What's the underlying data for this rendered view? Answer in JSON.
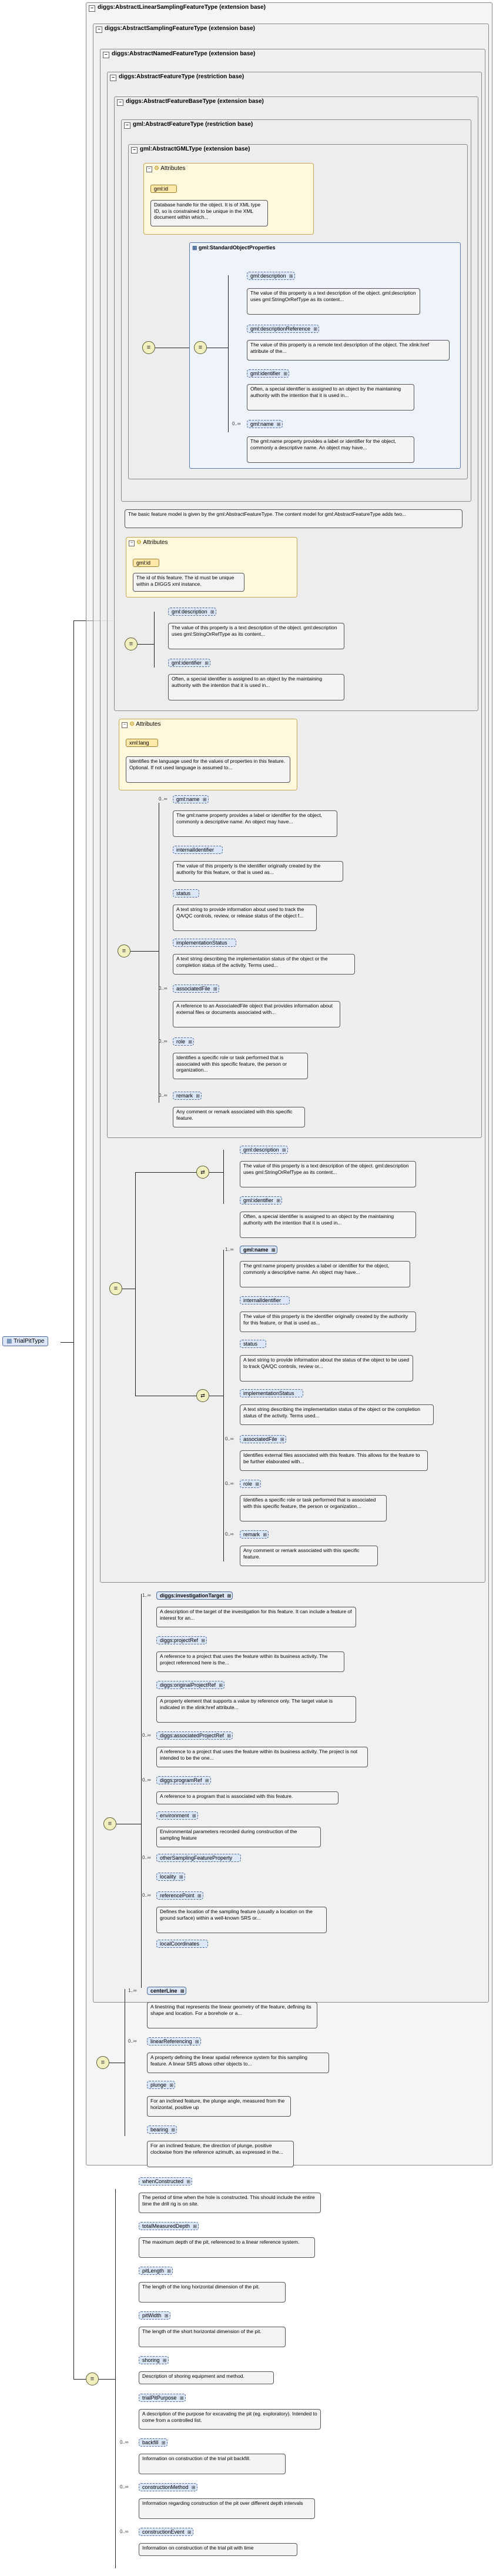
{
  "root": {
    "label": "TrialPitType"
  },
  "ext_boxes": [
    "diggs:AbstractLinearSamplingFeatureType (extension base)",
    "diggs:AbstractSamplingFeatureType (extension base)",
    "diggs:AbstractNamedFeatureType (extension base)",
    "diggs:AbstractFeatureType (restriction base)",
    "diggs:AbstractFeatureBaseType (extension base)",
    "gml:AbstractFeatureType (restriction base)",
    "gml:AbstractGMLType (extension base)"
  ],
  "attributes": {
    "title": "Attributes",
    "gml_id": "gml:id",
    "gml_id_doc": "Database handle for the object. It is of XML type ID, so is constrained to be unique in the XML document within which...",
    "gml_id2": "gml:id",
    "gml_id2_doc": "The id of this feature. The id must be unique within a DIGGS xml instance.",
    "xml_lang": "xml:lang",
    "xml_lang_doc": "Identifies the language used for the values of properties in this feature. Optional. If not used language is assumed to..."
  },
  "gml_standard": {
    "title": "gml:StandardObjectProperties",
    "items": [
      {
        "name": "gml:description",
        "doc": "The value of this property is a text description of the object. gml:description uses gml:StringOrRefType as its content..."
      },
      {
        "name": "gml:descriptionReference",
        "doc": "The value of this property is a remote text description of the object. The xlink:href attribute of the..."
      },
      {
        "name": "gml:identifier",
        "doc": "Often, a special identifier is assigned to an object by the maintaining authority with the intention that it is used in..."
      },
      {
        "name": "gml:name",
        "card": "0..∞",
        "doc": "The gml:name property provides a label or identifier for the object, commonly a descriptive name. An object may have..."
      }
    ]
  },
  "base_doc": "The basic feature model is given by the gml:AbstractFeatureType. The content model for gml:AbstractFeatureType adds two...",
  "feature_base": [
    {
      "name": "gml:description",
      "doc": "The value of this property is a text description of the object. gml:description uses gml:StringOrRefType as its content..."
    },
    {
      "name": "gml:identifier",
      "doc": "Often, a special identifier is assigned to an object by the maintaining authority with the intention that it is used in..."
    }
  ],
  "abstract_feature": [
    {
      "name": "gml:name",
      "card": "0..∞",
      "doc": "The gml:name property provides a label or identifier for the object, commonly a descriptive name. An object may have..."
    },
    {
      "name": "internalIdentifier",
      "doc": "The value of this property is the identifier originally created by the authority for this feature, or that is used as..."
    },
    {
      "name": "status",
      "doc": "A text string to provide information about used to track the QA/QC controls, review, or release status of the object f..."
    },
    {
      "name": "implementationStatus",
      "doc": "A text string describing the implementation status of the object or the completion status of the activity. Terms used..."
    },
    {
      "name": "associatedFile",
      "card": "0..∞",
      "doc": "A reference to an AssociatedFile object that provides information about external files or documents associated with..."
    },
    {
      "name": "role",
      "card": "0..∞",
      "doc": "Identifies a specific role or task performed that is associated with this specific feature, the person or organization..."
    },
    {
      "name": "remark",
      "card": "0..∞",
      "doc": "Any comment or remark associated with this specific feature."
    }
  ],
  "named_choice_a": [
    {
      "name": "gml:description",
      "doc": "The value of this property is a text description of the object. gml:description uses gml:StringOrRefType as its content..."
    },
    {
      "name": "gml:identifier",
      "doc": "Often, a special identifier is assigned to an object by the maintaining authority with the intention that it is used in..."
    }
  ],
  "named_choice_b": [
    {
      "name": "gml:name",
      "card": "1..∞",
      "doc": "The gml:name property provides a label or identifier for the object, commonly a descriptive name. An object may have..."
    },
    {
      "name": "internalIdentifier",
      "doc": "The value of this property is the identifier originally created by the authority for this feature, or that is used as..."
    },
    {
      "name": "status",
      "doc": "A text string to provide information about the status of the object to be used to track QA/QC controls, review or..."
    },
    {
      "name": "implementationStatus",
      "doc": "A text string describing the implementation status of the object or the completion status of the activity. Terms used..."
    },
    {
      "name": "associatedFile",
      "card": "0..∞",
      "doc": "Identifies external files associated with this feature. This allows for the feature to be further elaborated with..."
    },
    {
      "name": "role",
      "card": "0..∞",
      "doc": "Identifies a specific role or task performed that is associated with this specific feature, the person or organization..."
    },
    {
      "name": "remark",
      "card": "0..∞",
      "doc": "Any comment or remark associated with this specific feature."
    }
  ],
  "sampling": [
    {
      "name": "diggs:investigationTarget",
      "card": "1..∞",
      "doc": "A description of the target of the investigation for this feature. It can include a feature of interest for an..."
    },
    {
      "name": "diggs:projectRef",
      "doc": "A reference to a project that uses the feature within its business activity. The project referenced here is the..."
    },
    {
      "name": "diggs:originalProjectRef",
      "doc": "A property element that supports a value by reference only. The target value is indicated in the xlink:href attribute..."
    },
    {
      "name": "diggs:associatedProjectRef",
      "card": "0..∞",
      "doc": "A reference to a project that uses the feature within its business activity. The project is not intended to be the one..."
    },
    {
      "name": "diggs:programRef",
      "card": "0..∞",
      "doc": "A reference to a program that is associated with this feature."
    },
    {
      "name": "environment",
      "doc": "Environmental parameters recorded during construction of the sampling feature"
    },
    {
      "name": "otherSamplingFeatureProperty",
      "card": "0..∞",
      "doc": ""
    },
    {
      "name": "locality",
      "doc": ""
    },
    {
      "name": "referencePoint",
      "card": "0..∞",
      "doc": "Defines the location of the sampling feature (usually a location on the ground surface) within a well-known SRS or..."
    },
    {
      "name": "localCoordinates",
      "doc": ""
    }
  ],
  "linear": [
    {
      "name": "centerLine",
      "card": "1..∞",
      "doc": "A linestring that represents the linear geometry of the feature, defining its shape and location. For a borehole or a..."
    },
    {
      "name": "linearReferencing",
      "card": "0..∞",
      "doc": "A property defining the linear spatial reference system for this sampling feature. A linear SRS allows other objects to..."
    },
    {
      "name": "plunge",
      "doc": "For an inclined feature, the plunge angle, measured from the horizontal, positive up"
    },
    {
      "name": "bearing",
      "doc": "For an inclined feature, the direction of plunge, positive clockwise from the reference azimuth, as expressed in the..."
    }
  ],
  "trialpit": [
    {
      "name": "whenConstructed",
      "doc": "The period of time when the hole is constructed. This should include the entire time the drill rig is on site."
    },
    {
      "name": "totalMeasuredDepth",
      "doc": "The maximum depth of the pit, referenced to a linear reference system."
    },
    {
      "name": "pitLength",
      "doc": "The length of the long horizontal dimension of the pit."
    },
    {
      "name": "pitWidth",
      "doc": "The length of the short horizontal dimension of the pit."
    },
    {
      "name": "shoring",
      "doc": "Description of shoring equipment and method."
    },
    {
      "name": "trialPitPurpose",
      "doc": "A description of the purpose for excavating the pit (eg. exploratory). Intended to come from a controlled list."
    },
    {
      "name": "backfill",
      "card": "0..∞",
      "doc": "Information on construction of the trial pit backfill."
    },
    {
      "name": "constructionMethod",
      "card": "0..∞",
      "doc": "Information regarding construction of the pit over different depth intervals"
    },
    {
      "name": "constructionEvent",
      "card": "0..∞",
      "doc": "Information on construction of the trial pit with time"
    }
  ]
}
